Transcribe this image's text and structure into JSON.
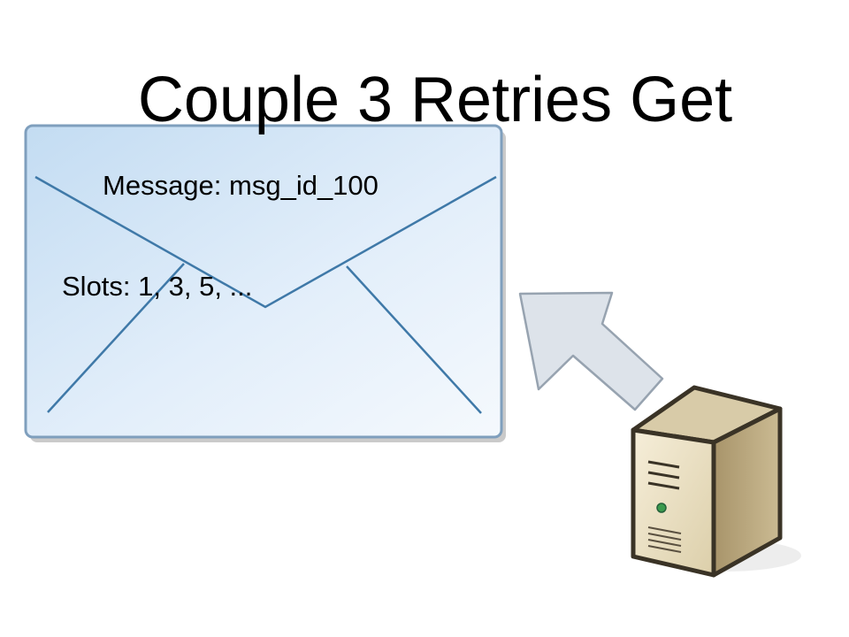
{
  "slide": {
    "title": "Couple 3 Retries Get"
  },
  "envelope": {
    "message_line": "Message: msg_id_100",
    "slots_line": "Slots: 1, 3, 5, ..."
  },
  "icons": {
    "envelope": "envelope-icon",
    "arrow": "arrow-up-left-icon",
    "server": "server-tower-icon"
  },
  "colors": {
    "envelope_fill_top": "#c3dcf2",
    "envelope_fill_bottom": "#f5f9fd",
    "envelope_border": "#7f9fbd",
    "envelope_lines": "#3f79a8",
    "arrow_fill": "#dde3ea",
    "arrow_stroke": "#97a3b0",
    "server_front": "#ebe0c4",
    "server_side": "#b4a27c",
    "server_top": "#d8cba8",
    "server_led": "#3b9a4e"
  }
}
